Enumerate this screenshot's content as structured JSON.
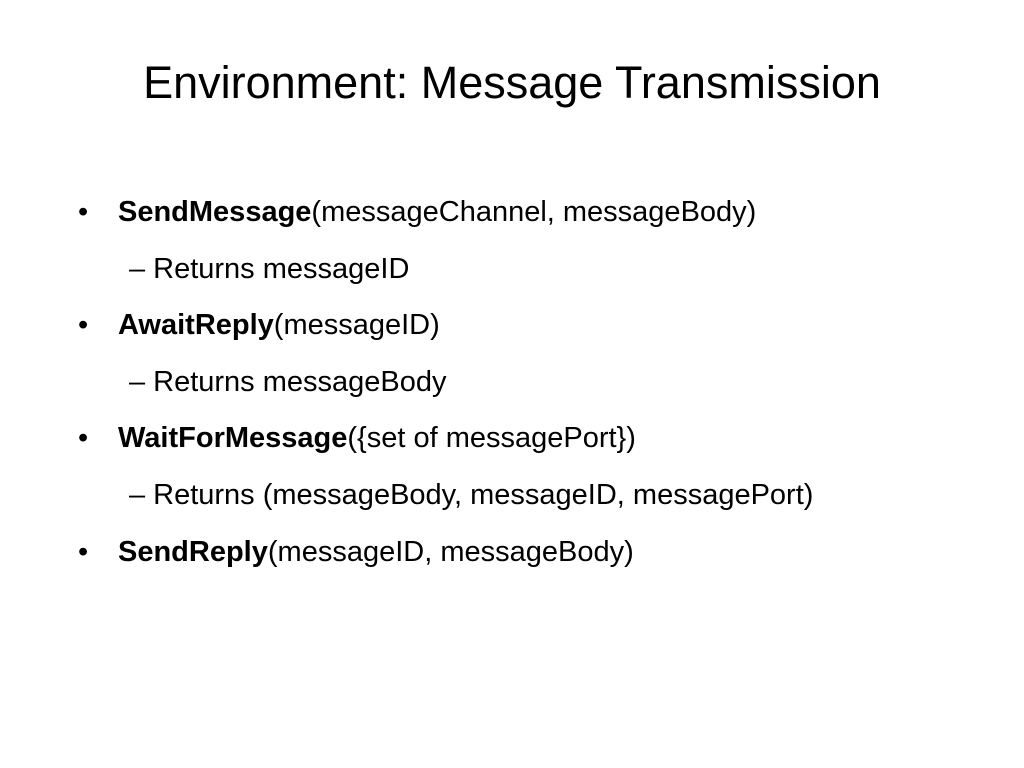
{
  "slide": {
    "title": "Environment: Message Transmission",
    "items": [
      {
        "level": 1,
        "bullet": "•",
        "name": "SendMessage",
        "args": "(messageChannel, messageBody)"
      },
      {
        "level": 2,
        "dash": "–",
        "text": "Returns messageID"
      },
      {
        "level": 1,
        "bullet": "•",
        "name": "AwaitReply",
        "args": "(messageID)"
      },
      {
        "level": 2,
        "dash": "–",
        "text": "Returns messageBody"
      },
      {
        "level": 1,
        "bullet": "•",
        "name": "WaitForMessage",
        "args": "({set of messagePort})"
      },
      {
        "level": 2,
        "dash": "–",
        "text": "Returns (messageBody, messageID, messagePort)"
      },
      {
        "level": 1,
        "bullet": "•",
        "name": "SendReply",
        "args": "(messageID, messageBody)"
      }
    ]
  }
}
